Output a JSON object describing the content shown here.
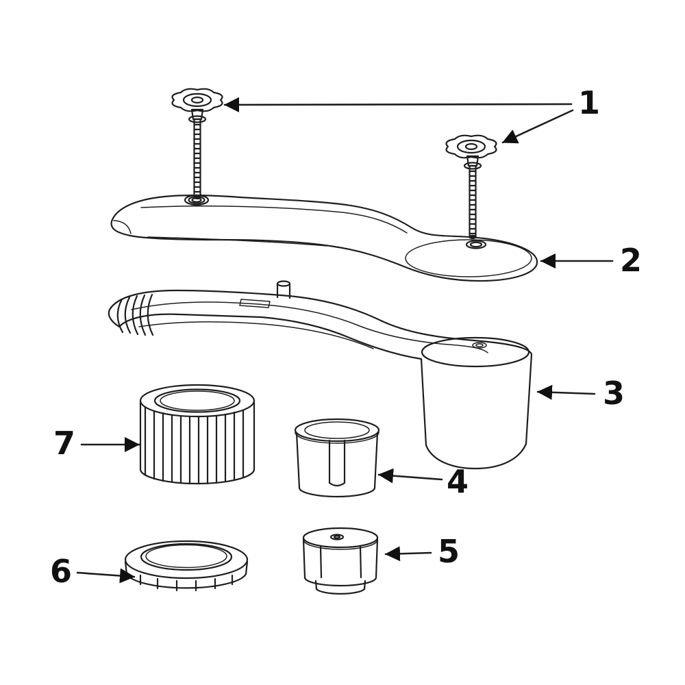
{
  "diagram": {
    "type": "exploded-parts-diagram",
    "background_color": "#ffffff",
    "line_color": "#1d1d1d",
    "knob_fill_color": "#4f4f4f",
    "callouts": [
      {
        "label": "1",
        "part": "star-knob-thumb-screws",
        "count": 2
      },
      {
        "label": "2",
        "part": "upper-handle-cover"
      },
      {
        "label": "3",
        "part": "lower-handle-base-with-cup"
      },
      {
        "label": "4",
        "part": "split-sleeve-bushing"
      },
      {
        "label": "5",
        "part": "round-cap-knob"
      },
      {
        "label": "6",
        "part": "notched-lock-ring"
      },
      {
        "label": "7",
        "part": "knurled-locking-nut"
      }
    ]
  }
}
